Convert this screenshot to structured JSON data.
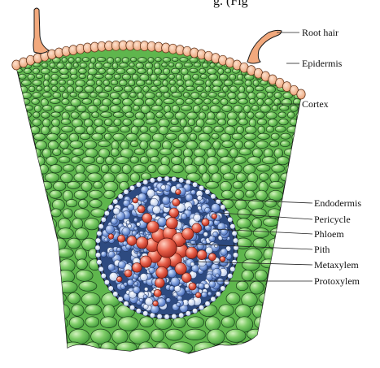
{
  "header_fragment": "g. (Fig",
  "labels": {
    "root_hair": "Root hair",
    "epidermis": "Epidermis",
    "cortex": "Cortex",
    "endodermis": "Endodermis",
    "pericycle": "Pericycle",
    "phloem": "Phloem",
    "pith": "Pith",
    "metaxylem": "Metaxylem",
    "protoxylem": "Protoxylem"
  },
  "colors": {
    "cortex_fill": "#6cc45a",
    "cortex_highlight": "#c9edb5",
    "epidermis_fill": "#f3b38c",
    "root_hair_fill": "#f2a97d",
    "phloem_fill": "#6d90d0",
    "xylem_fill": "#e0553f",
    "outline": "#1a1a1a"
  }
}
